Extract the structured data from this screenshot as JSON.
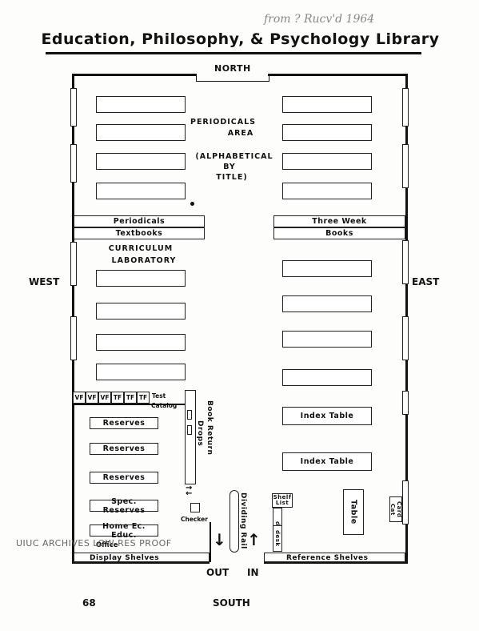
{
  "handwritten_note": "from ? Rucv'd 1964",
  "title": "Education, Philosophy, & Psychology Library",
  "compass": {
    "north": "NORTH",
    "south": "SOUTH",
    "east": "EAST",
    "west": "WEST"
  },
  "areas": {
    "periodicals_area": "PERIODICALS",
    "periodicals_area_2": "AREA",
    "alphabetical_1": "(ALPHABETICAL",
    "alphabetical_2": "BY",
    "alphabetical_3": "TITLE)",
    "curriculum_1": "CURRICULUM",
    "curriculum_2": "LABORATORY"
  },
  "shelves": {
    "periodicals": "Periodicals",
    "textbooks": "Textbooks",
    "three_week": "Three Week",
    "books": "Books"
  },
  "tables": {
    "index_table_1": "Index Table",
    "index_table_2": "Index Table",
    "table": "Table"
  },
  "reserves": {
    "r1": "Reserves",
    "r2": "Reserves",
    "r3": "Reserves",
    "spec": "Spec. Reserves",
    "home": "Home Ec. Educ."
  },
  "files": {
    "vf1": "VF",
    "vf2": "VF",
    "vf3": "VF",
    "tf1": "TF",
    "tf2": "TF",
    "tf3": "TF",
    "test": "Test",
    "catalog": "Catalog"
  },
  "desk_labels": {
    "book_return": "Book Return",
    "drops": "Drops",
    "checker": "Checker",
    "dividing_rail": "Dividing Rail",
    "shelf_list": "Shelf List",
    "desk1": "desk",
    "desk2": "desk",
    "card_cat": "Card Cat",
    "office": "Office"
  },
  "bottom": {
    "display_shelves": "Display Shelves",
    "reference_shelves": "Reference Shelves",
    "out": "OUT",
    "in": "IN",
    "page_number": "68"
  },
  "watermark": "UIUC ARCHIVES LOW-RES PROOF"
}
